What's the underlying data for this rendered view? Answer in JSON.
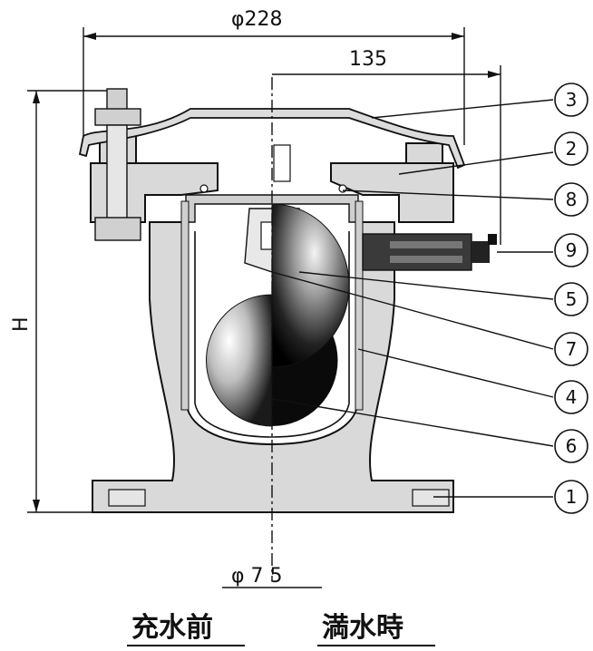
{
  "dimensions": {
    "outer_diameter": "φ228",
    "offset": "135",
    "height": "H",
    "bottom_diameter": "φ 7 5"
  },
  "parts": [
    "1",
    "2",
    "3",
    "4",
    "5",
    "6",
    "7",
    "8",
    "9"
  ],
  "captions": {
    "left": "充水前",
    "right": "満水時"
  }
}
